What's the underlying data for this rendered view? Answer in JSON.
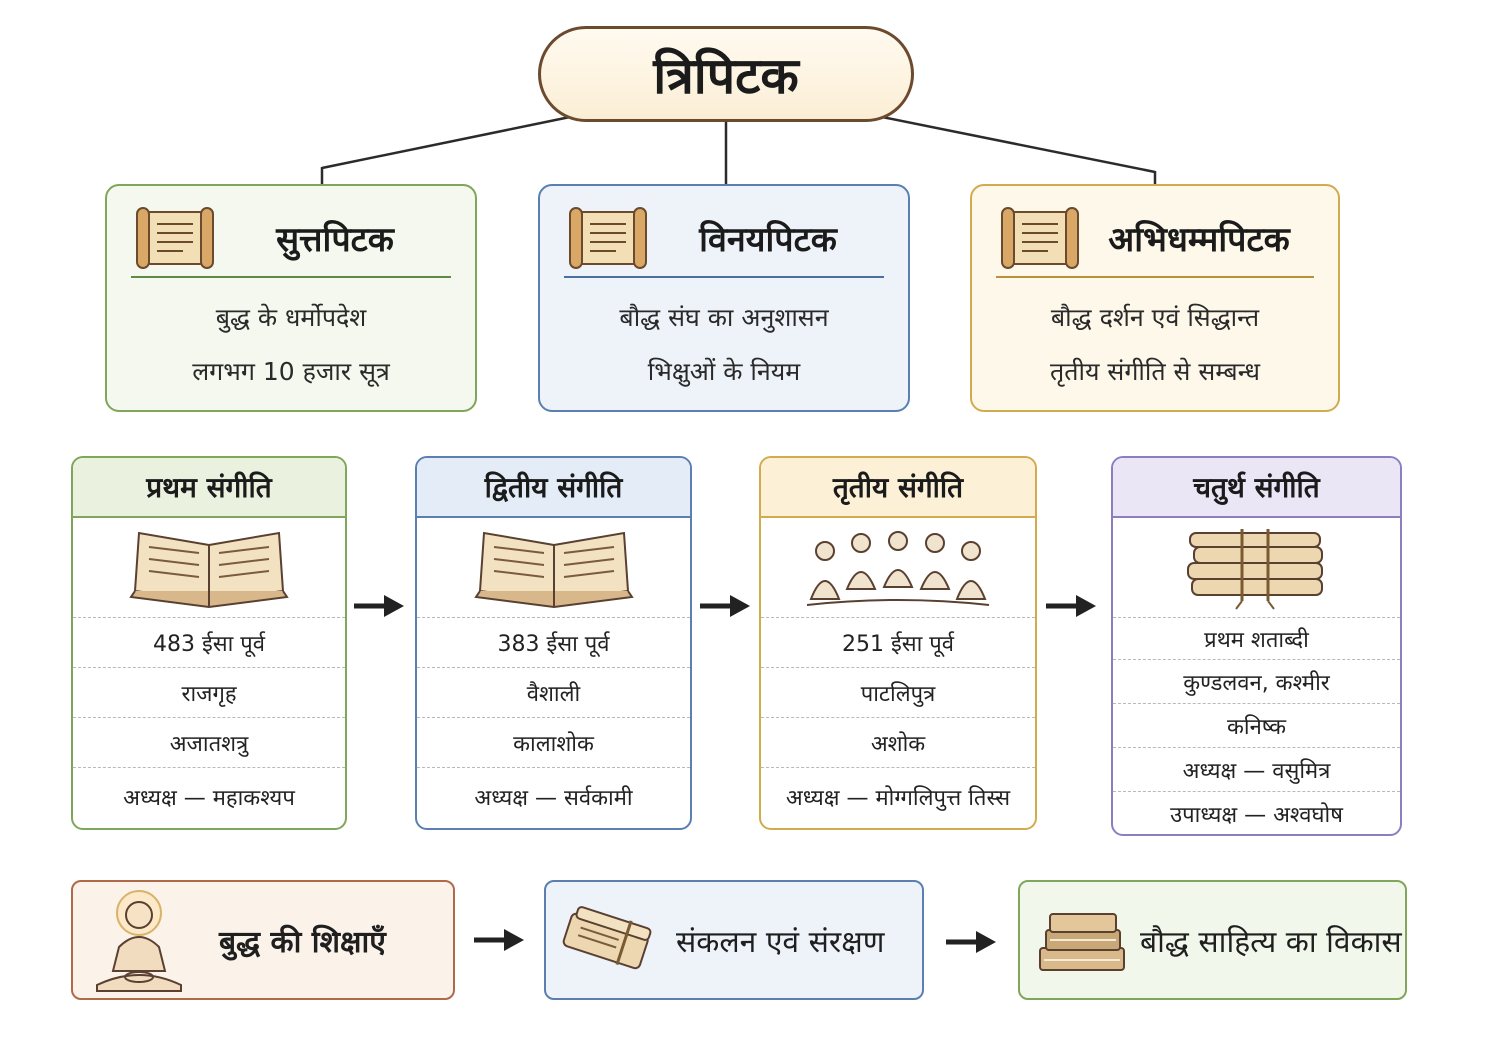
{
  "root": {
    "title": "त्रिपिटक"
  },
  "pitakas": [
    {
      "title": "सुत्तपिटक",
      "line1": "बुद्ध के धर्मोपदेश",
      "line2": "लगभग 10 हजार सूत्र",
      "icon": "scroll-icon",
      "bg": "#f4f8ee",
      "border": "#7fa65a",
      "rule": "#5f8a45"
    },
    {
      "title": "विनयपिटक",
      "line1": "बौद्ध संघ का अनुशासन",
      "line2": "भिक्षुओं के नियम",
      "icon": "scroll-icon",
      "bg": "#eef3fa",
      "border": "#5a7fb0",
      "rule": "#4a6f9e"
    },
    {
      "title": "अभिधम्मपिटक",
      "line1": "बौद्ध दर्शन एवं सिद्धान्त",
      "line2": "तृतीय संगीति से सम्बन्ध",
      "icon": "scroll-icon",
      "bg": "#fdf8ea",
      "border": "#d2ab4e",
      "rule": "#b8923a"
    }
  ],
  "councils": [
    {
      "title": "प्रथम संगीति",
      "icon": "open-book-icon",
      "rows": [
        "483 ईसा पूर्व",
        "राजगृह",
        "अजातशत्रु",
        "अध्यक्ष — महाकश्यप"
      ],
      "head_bg": "#eaf2df",
      "border": "#7fa65a"
    },
    {
      "title": "द्वितीय संगीति",
      "icon": "open-book-icon",
      "rows": [
        "383 ईसा पूर्व",
        "वैशाली",
        "कालाशोक",
        "अध्यक्ष — सर्वकामी"
      ],
      "head_bg": "#e3ecf7",
      "border": "#5a7fb0"
    },
    {
      "title": "तृतीय संगीति",
      "icon": "monks-icon",
      "rows": [
        "251 ईसा पूर्व",
        "पाटलिपुत्र",
        "अशोक",
        "अध्यक्ष — मोग्गलिपुत्त तिस्स"
      ],
      "head_bg": "#fcf1d6",
      "border": "#d2ab4e"
    },
    {
      "title": "चतुर्थ संगीति",
      "icon": "palm-leaf-bundle-icon",
      "rows": [
        "प्रथम शताब्दी",
        "कुण्डलवन, कश्मीर",
        "कनिष्क",
        "अध्यक्ष — वसुमित्र",
        "उपाध्यक्ष — अश्वघोष"
      ],
      "head_bg": "#ebe6f6",
      "border": "#8c7fc0"
    }
  ],
  "flow": [
    {
      "text": "बुद्ध की शिक्षाएँ",
      "icon": "buddha-icon",
      "bg": "#fbf3ea",
      "border": "#b06a4a"
    },
    {
      "text": "संकलन एवं संरक्षण",
      "icon": "bundled-texts-icon",
      "bg": "#eef3fa",
      "border": "#5a7fb0"
    },
    {
      "text": "बौद्ध साहित्य का विकास",
      "icon": "book-stack-icon",
      "bg": "#f2f7ec",
      "border": "#7fa65a"
    }
  ],
  "colors": {
    "text": "#1f1f1f",
    "connector": "#2b2b2b",
    "root_border": "#6b4a2e",
    "arrow": "#222222"
  }
}
